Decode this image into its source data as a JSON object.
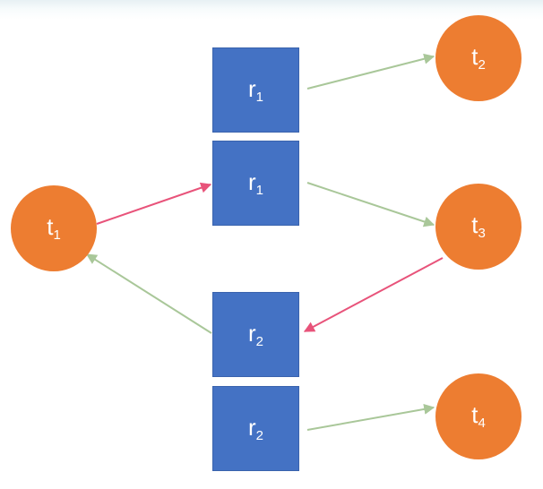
{
  "diagram": {
    "threads": [
      {
        "id": "t1a",
        "label": "t",
        "sub": "1"
      },
      {
        "id": "t2",
        "label": "t",
        "sub": "2"
      },
      {
        "id": "t3",
        "label": "t",
        "sub": "3"
      },
      {
        "id": "t4",
        "label": "t",
        "sub": "4"
      }
    ],
    "resources": [
      {
        "id": "r1a",
        "label": "r",
        "sub": "1"
      },
      {
        "id": "r1b",
        "label": "r",
        "sub": "1"
      },
      {
        "id": "r2a",
        "label": "r",
        "sub": "2"
      },
      {
        "id": "r2b",
        "label": "r",
        "sub": "2"
      }
    ],
    "edges": [
      {
        "from": "r1a",
        "to": "t2",
        "color": "#a9c799"
      },
      {
        "from": "t1a",
        "to": "r1b",
        "color": "#e8537a"
      },
      {
        "from": "r1b",
        "to": "t3",
        "color": "#a9c799"
      },
      {
        "from": "t3",
        "to": "r2a",
        "color": "#e8537a"
      },
      {
        "from": "r2a",
        "to": "t1a",
        "color": "#a9c799"
      },
      {
        "from": "r2b",
        "to": "t4",
        "color": "#a9c799"
      }
    ],
    "colors": {
      "resource": "#4472c4",
      "thread": "#ed7d31",
      "assignment_edge": "#a9c799",
      "request_edge": "#e8537a"
    }
  }
}
